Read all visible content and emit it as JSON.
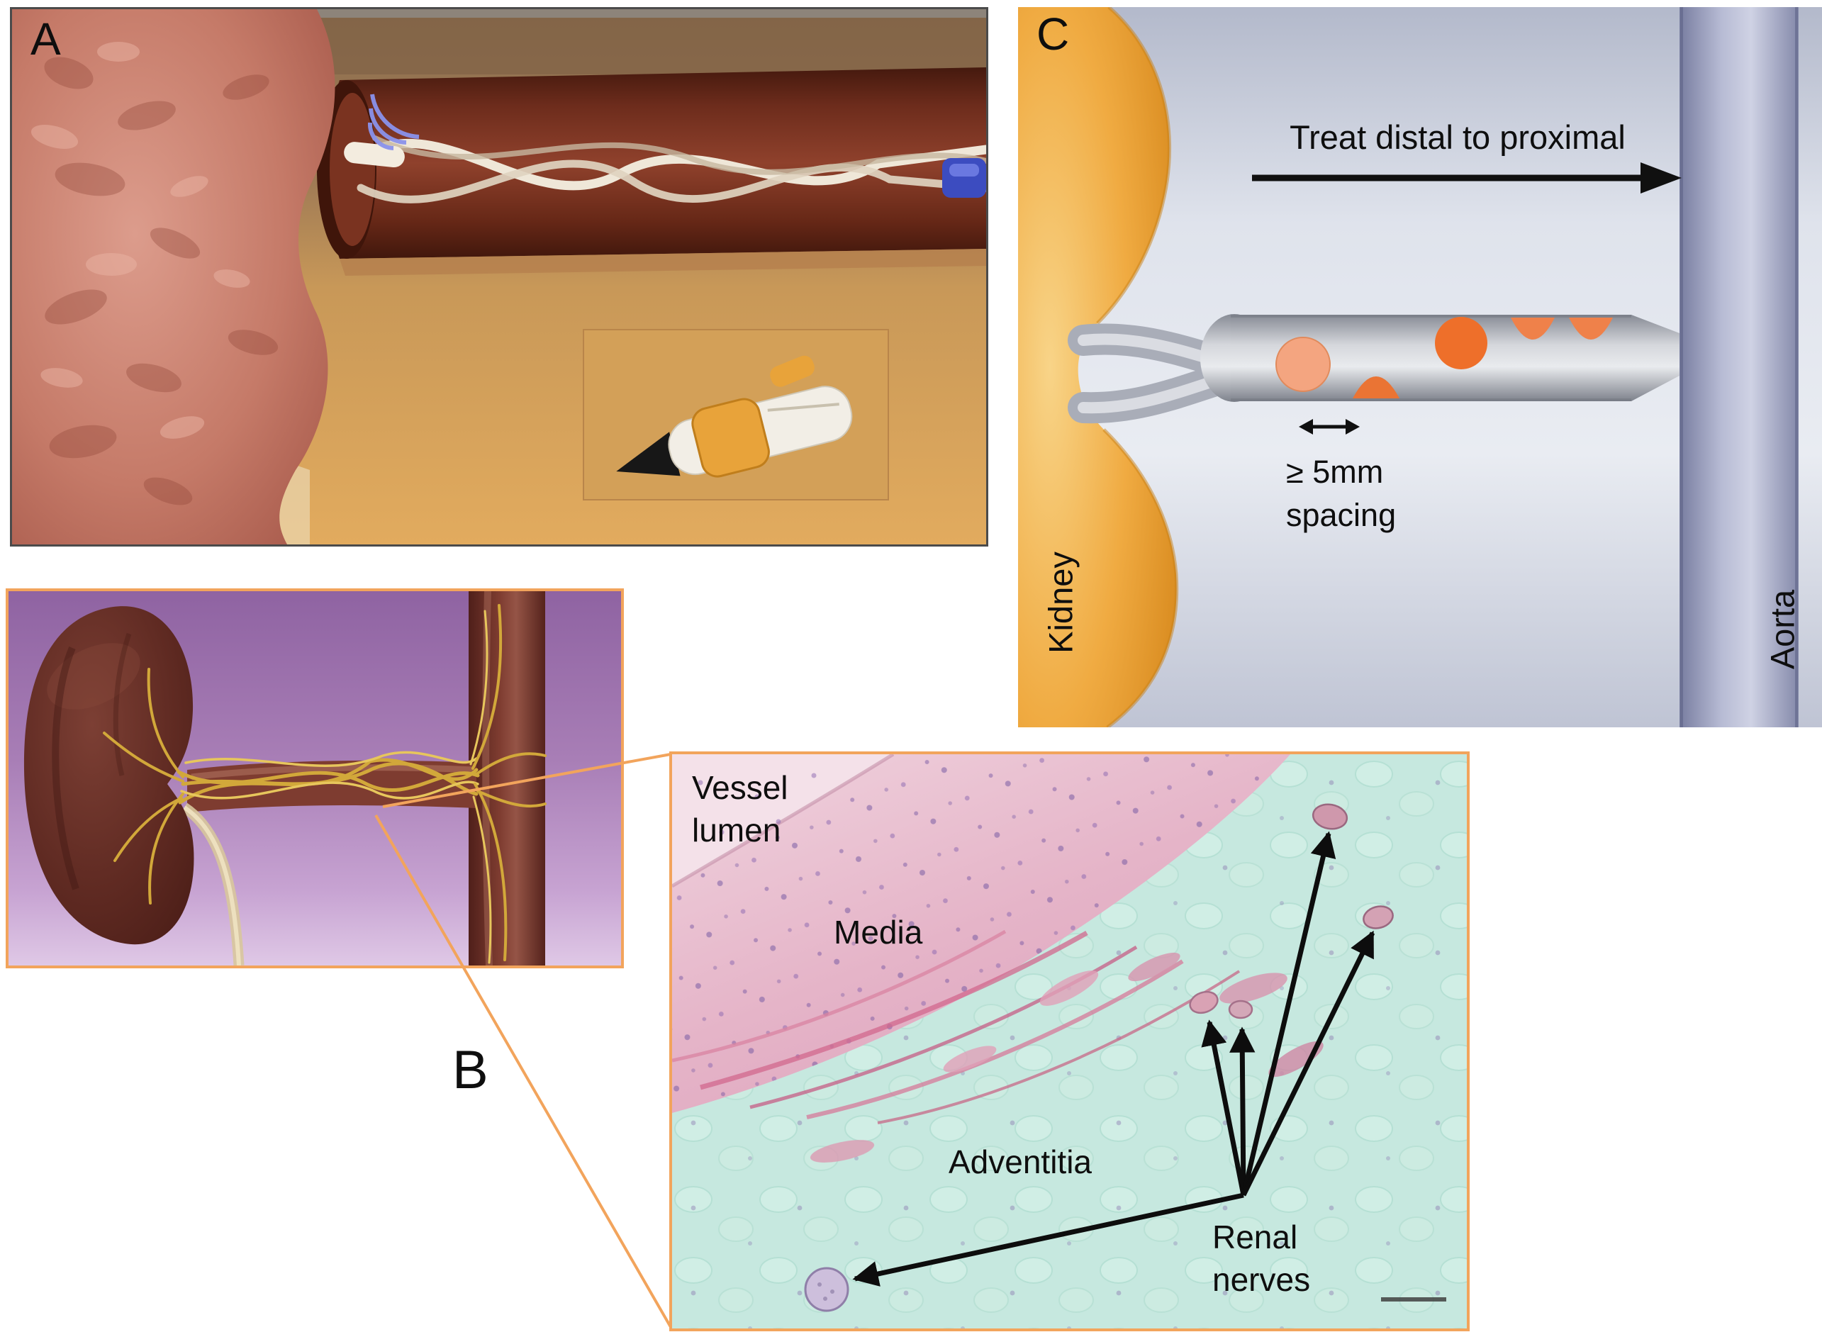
{
  "figure": {
    "panel_a": {
      "label": "A"
    },
    "panel_b": {
      "label": "B"
    },
    "panel_c": {
      "label": "C",
      "direction_text": "Treat distal to proximal",
      "spacing_text": "≥ 5mm\nspacing",
      "kidney_label": "Kidney",
      "aorta_label": "Aorta"
    },
    "histology": {
      "vessel_lumen_label": "Vessel\nlumen",
      "media_label": "Media",
      "adventitia_label": "Adventitia",
      "renal_nerves_label": "Renal\nnerves"
    },
    "colors": {
      "highlight_border": "#f2a45c",
      "ablation_spot": "#ee6f2a",
      "nerve_gold": "#d2a83a",
      "text": "#0e0e0e"
    }
  }
}
